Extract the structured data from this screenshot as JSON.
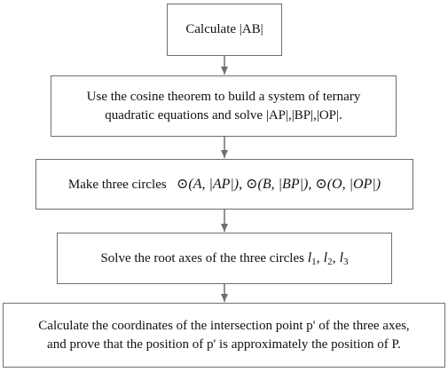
{
  "steps": [
    {
      "id": "s1",
      "text": "Calculate |AB|"
    },
    {
      "id": "s2",
      "line1": "Use the cosine theorem to build a system of ternary",
      "line2": "quadratic equations and solve |AP|,|BP|,|OP|."
    },
    {
      "id": "s3",
      "text": "Make three circles",
      "formula": "⊙(A, |AP|), ⊙(B, |BP|), ⊙(O, |OP|)"
    },
    {
      "id": "s4",
      "text": "Solve the root axes of the three circles",
      "formula_parts": [
        "l",
        "1",
        ", ",
        "l",
        "2",
        ", ",
        "l",
        "3"
      ]
    },
    {
      "id": "s5",
      "line1": "Calculate the coordinates of the intersection point p' of the three axes,",
      "line2": "and prove that the position of p' is approximately the position of P."
    }
  ],
  "colors": {
    "border": "#6f6f6f",
    "arrow": "#6f6f6f",
    "text": "#111111"
  }
}
